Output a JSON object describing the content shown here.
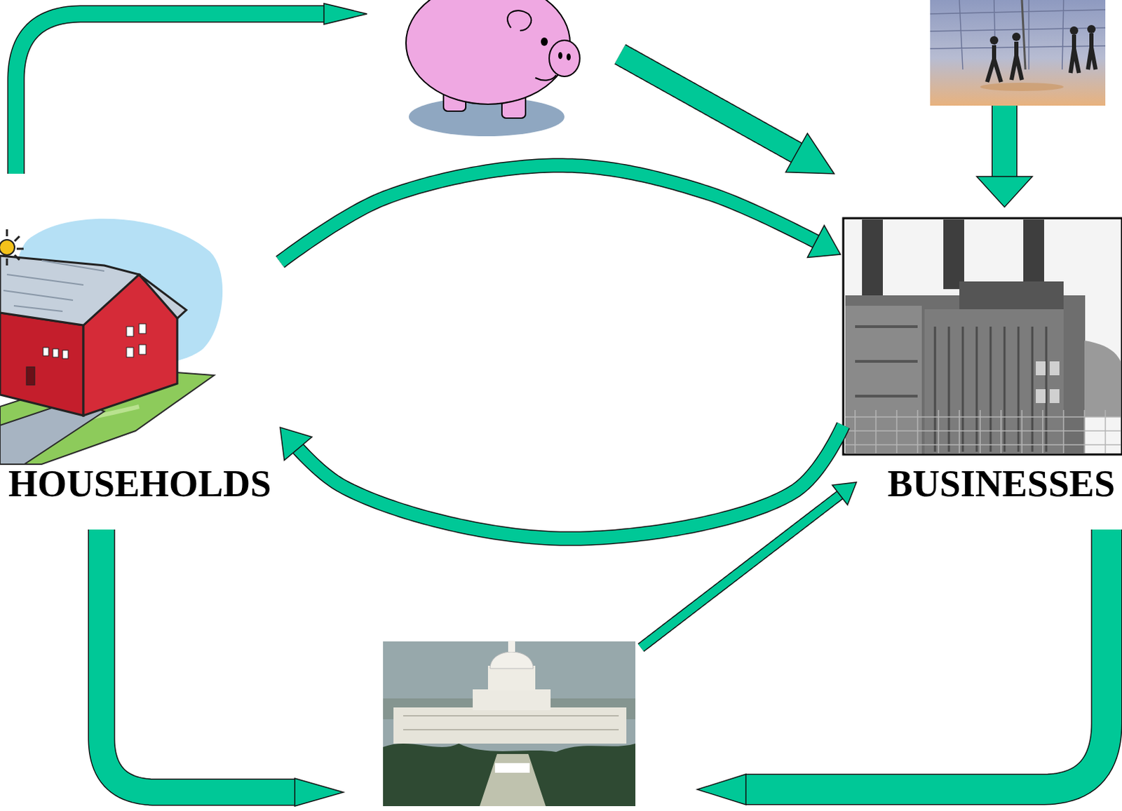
{
  "diagram": {
    "nodes": [
      {
        "text": [
          "HOUSEHOLDS"
        ]
      },
      {
        "text": [
          "BUSINESSES"
        ]
      }
    ],
    "edges": [
      {
        "from": 0,
        "to": 1,
        "arrow": "to"
      },
      {
        "from": 1,
        "to": 0,
        "arrow": "to"
      }
    ]
  }
}
